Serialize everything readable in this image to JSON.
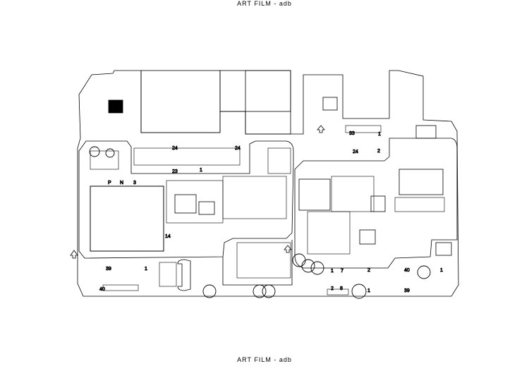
{
  "header_top": "ART  FILM -   adb",
  "header_bottom": "ART  FILM -   adb",
  "board_labels": [
    "24",
    "24",
    "23",
    "1",
    "N",
    "P",
    "3",
    "14",
    "33",
    "24",
    "1",
    "2",
    "39",
    "1",
    "40",
    "1",
    "7",
    "2",
    "2",
    "8",
    "1",
    "40",
    "39",
    "1"
  ]
}
